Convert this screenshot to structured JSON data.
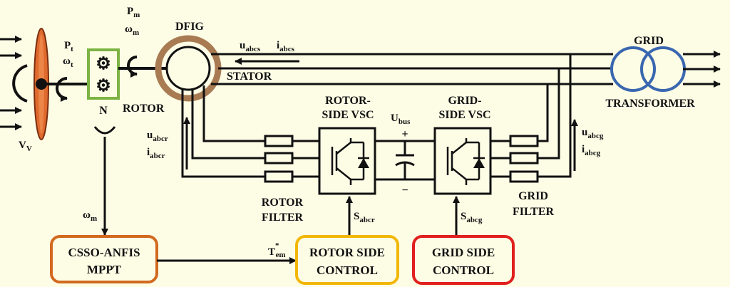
{
  "labels": {
    "dfig": "DFIG",
    "grid": "GRID",
    "stator": "STATOR",
    "rotor": "ROTOR",
    "transformer": "TRANSFORMER",
    "gearbox": "N",
    "rotor_vsc_1": "ROTOR-",
    "rotor_vsc_2": "SIDE VSC",
    "grid_vsc_1": "GRID-",
    "grid_vsc_2": "SIDE VSC",
    "rotor_filter_1": "ROTOR",
    "rotor_filter_2": "FILTER",
    "grid_filter_1": "GRID",
    "grid_filter_2": "FILTER",
    "plus": "+",
    "minus": "−"
  },
  "symbols": {
    "pm": "P",
    "pm_sub": "m",
    "wm_top": "ω",
    "wm_top_sub": "m",
    "pt": "P",
    "pt_sub": "t",
    "wt": "ω",
    "wt_sub": "t",
    "vv": "V",
    "vv_sub": "V",
    "uabcs": "u",
    "uabcs_sub": "abcs",
    "iabcs": "i",
    "iabcs_sub": "abcs",
    "ubus": "U",
    "ubus_sub": "bus",
    "uabcr": "u",
    "uabcr_sub": "abcr",
    "iabcr": "i",
    "iabcr_sub": "abcr",
    "uabcg": "u",
    "uabcg_sub": "abcg",
    "iabcg": "i",
    "iabcg_sub": "abcg",
    "sabcr": "S",
    "sabcr_sub": "abcr",
    "sabcg": "S",
    "sabcg_sub": "abcg",
    "wm_left": "ω",
    "wm_left_sub": "m",
    "tem": "T",
    "tem_sub": "em",
    "tem_sup": "*"
  },
  "boxes": {
    "mppt_1": "CSSO-ANFIS",
    "mppt_2": "MPPT",
    "rsc_1": "ROTOR SIDE",
    "rsc_2": "CONTROL",
    "gsc_1": "GRID SIDE",
    "gsc_2": "CONTROL"
  },
  "colors": {
    "background": "#fdfde6",
    "mppt_border": "#d2691e",
    "rotor_control_border": "#f2b705",
    "grid_control_border": "#e0201e",
    "generator_ring": "#a87b52",
    "transformer": "#3a67b0",
    "gearbox_border": "#7cb342",
    "blade": "#e06a2e"
  }
}
